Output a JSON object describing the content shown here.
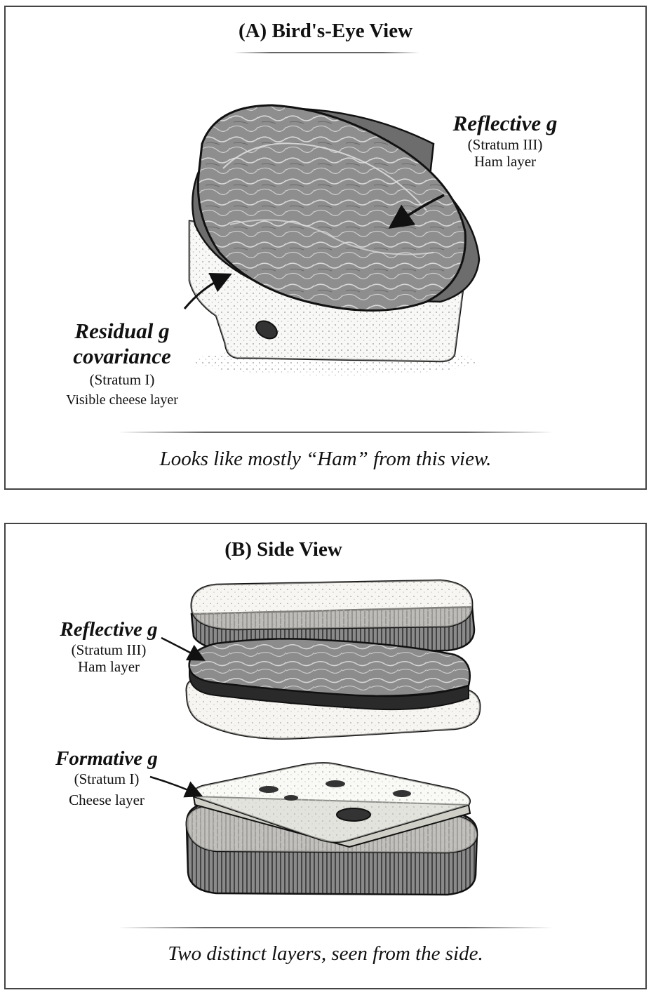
{
  "panel_a": {
    "title": "(A) Bird's-Eye View",
    "caption": "Looks like mostly “Ham” from this view.",
    "label_reflective": {
      "name": "Reflective g",
      "stratum": "(Stratum III)",
      "layer": "Ham layer"
    },
    "label_residual": {
      "name_line1": "Residual g",
      "name_line2": "covariance",
      "stratum": "(Stratum I)",
      "layer": "Visible cheese layer"
    }
  },
  "panel_b": {
    "title": "(B) Side View",
    "caption": "Two distinct layers, seen from the side.",
    "label_reflective": {
      "name": "Reflective g",
      "stratum": "(Stratum III)",
      "layer": "Ham layer"
    },
    "label_formative": {
      "name": "Formative g",
      "stratum": "(Stratum I)",
      "layer": "Cheese layer"
    }
  },
  "colors": {
    "ham": "#8c8c8c",
    "ham_dark": "#5e5e5e",
    "cheese": "#f1f1ec",
    "bread": "#e6e4dc",
    "crust": "#7a7a7a",
    "ink": "#111111"
  }
}
